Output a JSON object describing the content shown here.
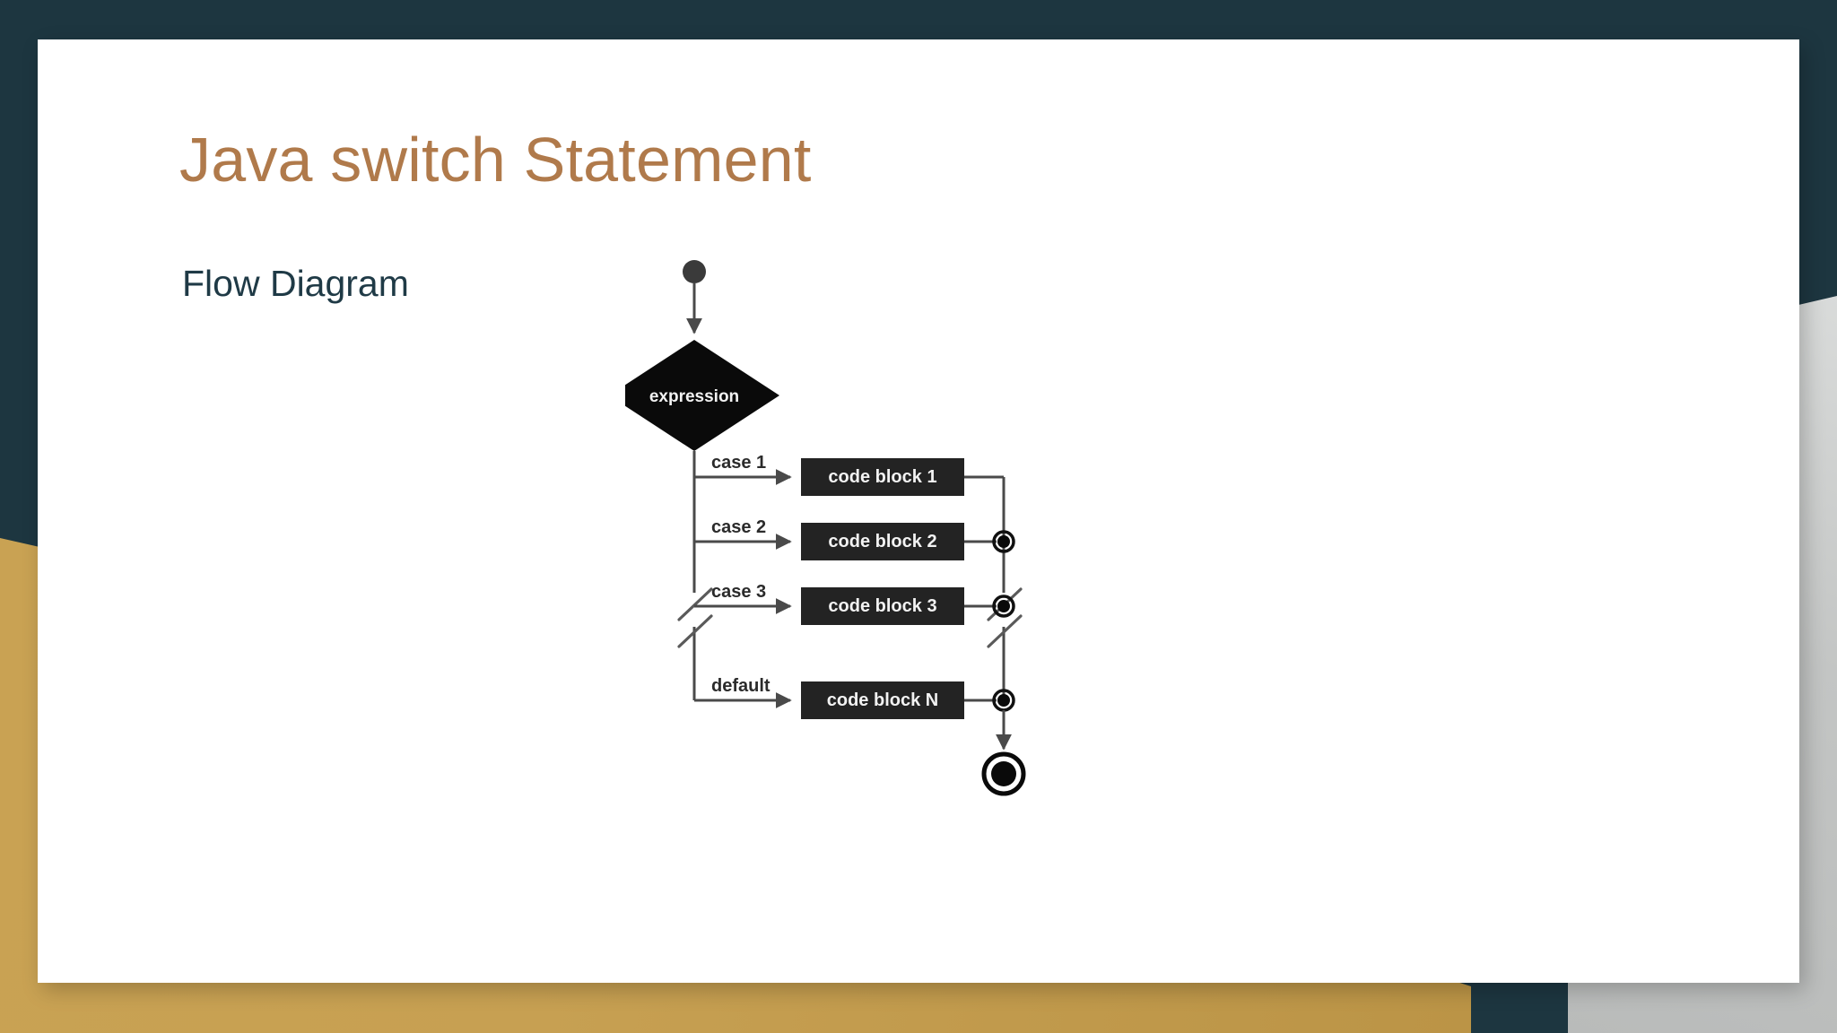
{
  "slide": {
    "title": "Java switch Statement",
    "subtitle": "Flow Diagram",
    "title_color": "#b07a4b",
    "subtitle_color": "#1f3a46",
    "background_color": "#1d3640",
    "card_color": "#ffffff",
    "accent_gold": "#c9a253",
    "accent_silver": "#c5c7c6"
  },
  "diagram": {
    "type": "flowchart",
    "kind": "uml-activity",
    "start_node": "filled-circle",
    "decision": {
      "label": "expression",
      "shape": "diamond",
      "fill": "#0a0a0a",
      "text_color": "#f2f2f2"
    },
    "branches": [
      {
        "guard": "case 1",
        "action": "code block 1",
        "merge": "line-only"
      },
      {
        "guard": "case 2",
        "action": "code block 2",
        "merge": "merge-node"
      },
      {
        "guard": "case 3",
        "action": "code block 3",
        "merge": "merge-node"
      },
      {
        "guard": "default",
        "action": "code block N",
        "merge": "merge-node"
      }
    ],
    "break_marks": {
      "count": 2,
      "style": "double-slash",
      "meaning": "continuation / omitted cases"
    },
    "end_node": "filled-circle-with-ring",
    "box_fill": "#232323",
    "box_text_color": "#f2f2f2",
    "connector_color": "#4a4a4a"
  }
}
